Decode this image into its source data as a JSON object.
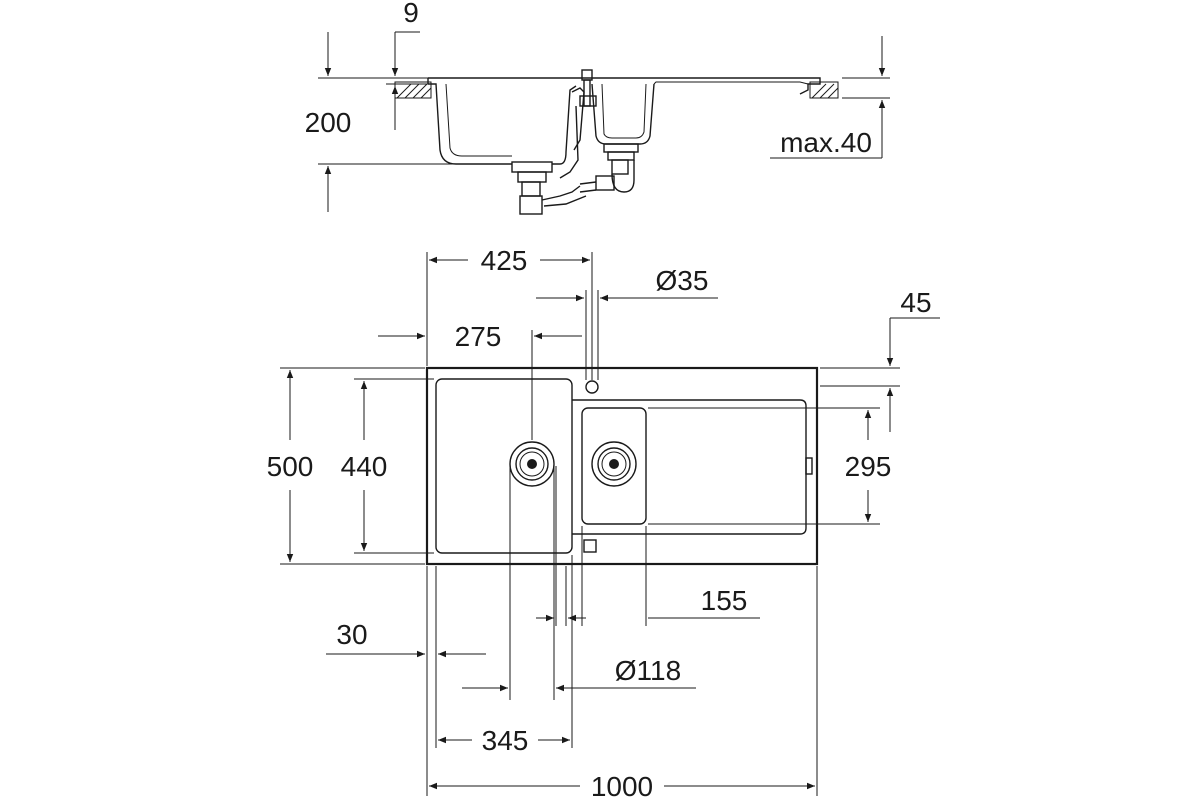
{
  "drawing": {
    "subject": "double sink with drainer",
    "side_view": {
      "labels": {
        "rim_thickness": "9",
        "depth": "200",
        "worktop_max": "max.40"
      }
    },
    "plan_view": {
      "labels": {
        "width_offset_425": "425",
        "tap_hole": "Ø35",
        "offset_275": "275",
        "edge_45": "45",
        "depth_500": "500",
        "bowl_depth_440": "440",
        "small_bowl_295": "295",
        "drainer_155": "155",
        "edge_30": "30",
        "waste_118": "Ø118",
        "bowl_width_345": "345",
        "total_1000": "1000"
      }
    }
  }
}
